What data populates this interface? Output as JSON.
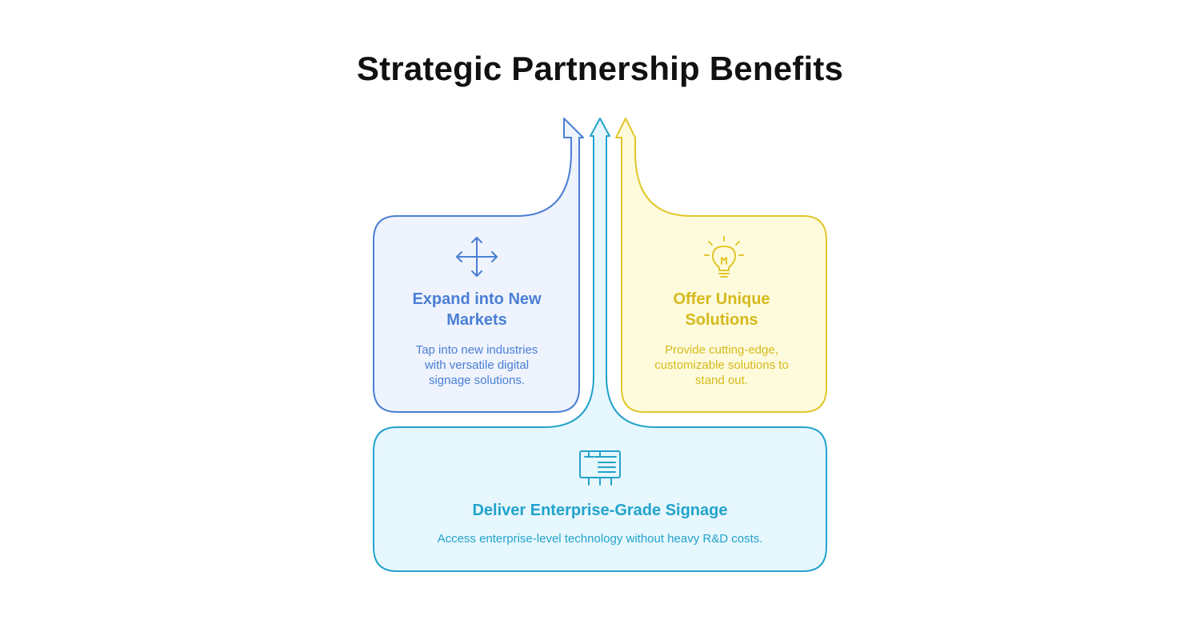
{
  "title": "Strategic Partnership Benefits",
  "colors": {
    "blue": "#4a7fd4",
    "blue_fill": "#eef3fd",
    "yellow": "#e2c62b",
    "yellow_fill": "#fefbdc",
    "cyan": "#22a3cc",
    "cyan_fill": "#e6f7fd"
  },
  "cards": {
    "markets": {
      "icon": "move-arrows-icon",
      "heading_line1": "Expand into New",
      "heading_line2": "Markets",
      "desc_line1": "Tap into new industries",
      "desc_line2": "with versatile digital",
      "desc_line3": "signage solutions."
    },
    "solutions": {
      "icon": "lightbulb-icon",
      "heading_line1": "Offer Unique",
      "heading_line2": "Solutions",
      "desc_line1": "Provide cutting-edge,",
      "desc_line2": "customizable solutions to",
      "desc_line3": "stand out."
    },
    "signage": {
      "icon": "billboard-icon",
      "heading": "Deliver Enterprise-Grade Signage",
      "desc": "Access enterprise-level technology without heavy R&D costs."
    }
  }
}
